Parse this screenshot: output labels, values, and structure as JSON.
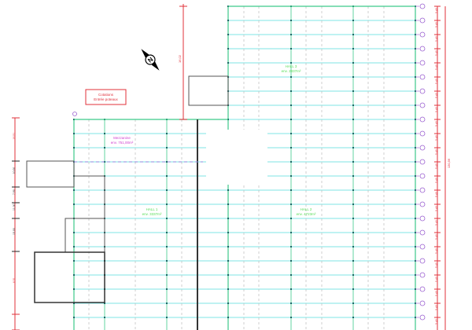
{
  "colors": {
    "grid": "#7fe6e6",
    "columns": "#3cc98a",
    "dims": "#e0303a",
    "axis": "#9a5fd0",
    "label_green": "#55dd55",
    "label_magenta": "#d040d0",
    "walls": "#333333"
  },
  "legend_box": {
    "line1": "Cotations",
    "line2": "Entrée poteaux"
  },
  "halls": [
    {
      "name": "HALL 3",
      "area": "env. 2837m²"
    },
    {
      "name": "HALL 1",
      "area": "env. 3337m²"
    },
    {
      "name": "HALL 2",
      "area": "env. 4723m²"
    }
  ],
  "mezzanine": {
    "name": "Mezzanine",
    "area": "env. 751,00m²"
  },
  "top_dimension": "16,02",
  "right_dimensions": {
    "step": "5,40",
    "total": "130,56"
  },
  "left_dimensions": [
    "16,51",
    "10,00",
    "7,90",
    "11,00",
    "15,00",
    "6,51"
  ],
  "north_icon": "north-arrow-icon"
}
